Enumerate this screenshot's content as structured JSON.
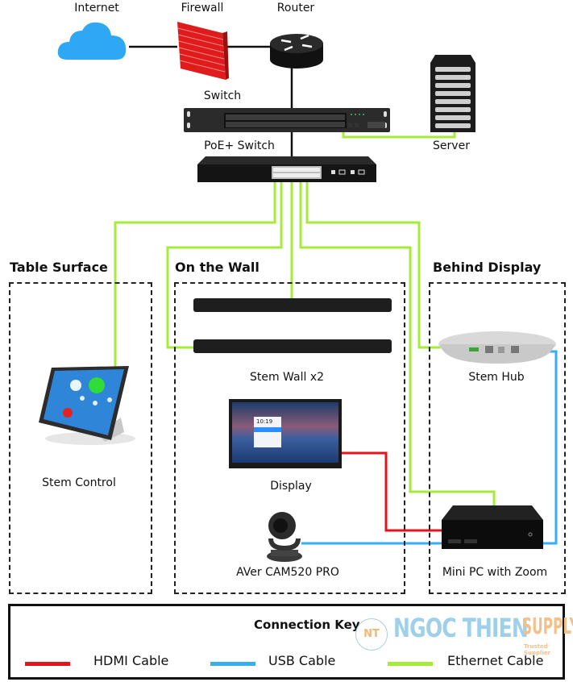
{
  "title": "Zoom Rooms network connection diagram",
  "devices": {
    "internet": "Internet",
    "firewall": "Firewall",
    "router": "Router",
    "switch": "Switch",
    "server": "Server",
    "poe_switch": "PoE+ Switch",
    "stem_wall": "Stem Wall x2",
    "stem_control": "Stem Control",
    "display": "Display",
    "camera": "AVer CAM520 PRO",
    "stem_hub": "Stem Hub",
    "mini_pc": "Mini PC with Zoom"
  },
  "display_screen": {
    "clock": "10:19"
  },
  "zones": {
    "table_surface": "Table Surface",
    "on_the_wall": "On the Wall",
    "behind_display": "Behind Display"
  },
  "connection_key": {
    "title": "Connection Key",
    "items": [
      {
        "label": "HDMI Cable",
        "color": "#e3141c"
      },
      {
        "label": "USB Cable",
        "color": "#36aef0"
      },
      {
        "label": "Ethernet Cable",
        "color": "#a5eb3a"
      }
    ]
  },
  "watermark": {
    "badge": "NT",
    "name": "NGOC THIEN",
    "supply": "SUPPLY",
    "tagline": "Trusted Supplier"
  },
  "colors": {
    "hdmi": "#e3141c",
    "usb": "#36aef0",
    "ethernet": "#a5eb3a",
    "cloud": "#2ea8f5",
    "firewall": "#e01b1b"
  }
}
